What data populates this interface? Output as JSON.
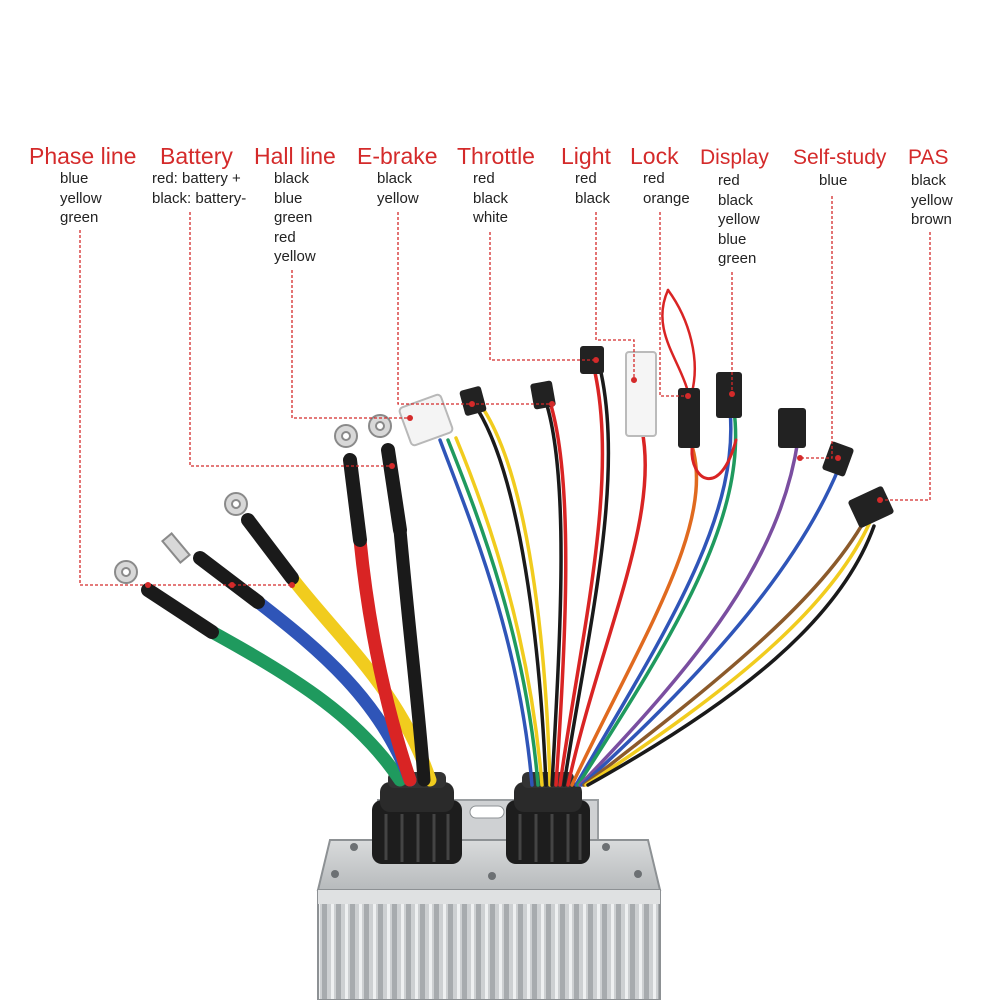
{
  "labels": [
    {
      "id": "phase",
      "title": "Phase line",
      "wires": [
        "blue",
        "yellow",
        "green"
      ]
    },
    {
      "id": "battery",
      "title": "Battery",
      "wires": [
        "red: battery +",
        "black: battery-"
      ]
    },
    {
      "id": "hall",
      "title": "Hall line",
      "wires": [
        "black",
        "blue",
        "green",
        "red",
        "yellow"
      ]
    },
    {
      "id": "ebrake",
      "title": "E-brake",
      "wires": [
        "black",
        "yellow"
      ]
    },
    {
      "id": "throttle",
      "title": "Throttle",
      "wires": [
        "red",
        "black",
        "white"
      ]
    },
    {
      "id": "light",
      "title": "Light",
      "wires": [
        "red",
        "black"
      ]
    },
    {
      "id": "lock",
      "title": "Lock",
      "wires": [
        "red",
        "orange"
      ]
    },
    {
      "id": "display",
      "title": "Display",
      "wires": [
        "red",
        "black",
        "yellow",
        "blue",
        "green"
      ]
    },
    {
      "id": "selfstudy",
      "title": "Self-study",
      "wires": [
        "blue"
      ]
    },
    {
      "id": "pas",
      "title": "PAS",
      "wires": [
        "black",
        "yellow",
        "brown"
      ]
    }
  ],
  "colors": {
    "accent_red": "#d42a2a",
    "wire_green": "#1f9a5e",
    "wire_blue": "#2f55b8",
    "wire_yellow": "#f1cc1e",
    "wire_red": "#d92424",
    "wire_black": "#1a1a1a",
    "housing": "#c8cacb"
  }
}
